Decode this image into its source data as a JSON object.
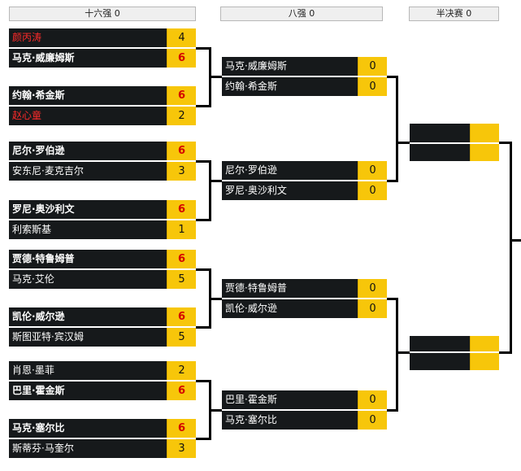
{
  "headers": {
    "r16": "十六强 0",
    "qf": "八强 0",
    "sf": "半决赛 0"
  },
  "round16": [
    {
      "p1": {
        "name": "颜丙涛",
        "score": "4"
      },
      "p2": {
        "name": "马克·威廉姆斯",
        "score": "6"
      }
    },
    {
      "p1": {
        "name": "约翰·希金斯",
        "score": "6"
      },
      "p2": {
        "name": "赵心童",
        "score": "2"
      }
    },
    {
      "p1": {
        "name": "尼尔·罗伯逊",
        "score": "6"
      },
      "p2": {
        "name": "安东尼·麦克吉尔",
        "score": "3"
      }
    },
    {
      "p1": {
        "name": "罗尼·奥沙利文",
        "score": "6"
      },
      "p2": {
        "name": "利索斯基",
        "score": "1"
      }
    },
    {
      "p1": {
        "name": "贾德·特鲁姆普",
        "score": "6"
      },
      "p2": {
        "name": "马克·艾伦",
        "score": "5"
      }
    },
    {
      "p1": {
        "name": "凯伦·威尔逊",
        "score": "6"
      },
      "p2": {
        "name": "斯图亚特·宾汉姆",
        "score": "5"
      }
    },
    {
      "p1": {
        "name": "肖恩·墨菲",
        "score": "2"
      },
      "p2": {
        "name": "巴里·霍金斯",
        "score": "6"
      }
    },
    {
      "p1": {
        "name": "马克·塞尔比",
        "score": "6"
      },
      "p2": {
        "name": "斯蒂芬·马奎尔",
        "score": "3"
      }
    }
  ],
  "quarterfinals": [
    {
      "p1": {
        "name": "马克·威廉姆斯",
        "score": "0"
      },
      "p2": {
        "name": "约翰·希金斯",
        "score": "0"
      }
    },
    {
      "p1": {
        "name": "尼尔·罗伯逊",
        "score": "0"
      },
      "p2": {
        "name": "罗尼·奥沙利文",
        "score": "0"
      }
    },
    {
      "p1": {
        "name": "贾德·特鲁姆普",
        "score": "0"
      },
      "p2": {
        "name": "凯伦·威尔逊",
        "score": "0"
      }
    },
    {
      "p1": {
        "name": "巴里·霍金斯",
        "score": "0"
      },
      "p2": {
        "name": "马克·塞尔比",
        "score": "0"
      }
    }
  ],
  "semifinals": [
    {
      "p1": {
        "name": "",
        "score": ""
      },
      "p2": {
        "name": "",
        "score": ""
      }
    },
    {
      "p1": {
        "name": "",
        "score": ""
      },
      "p2": {
        "name": "",
        "score": ""
      }
    }
  ],
  "colors": {
    "slot_bg": "#16191b",
    "score_bg": "#f7c60a",
    "winner_score": "#d40000",
    "highlight_name": "#ff2a2a"
  }
}
